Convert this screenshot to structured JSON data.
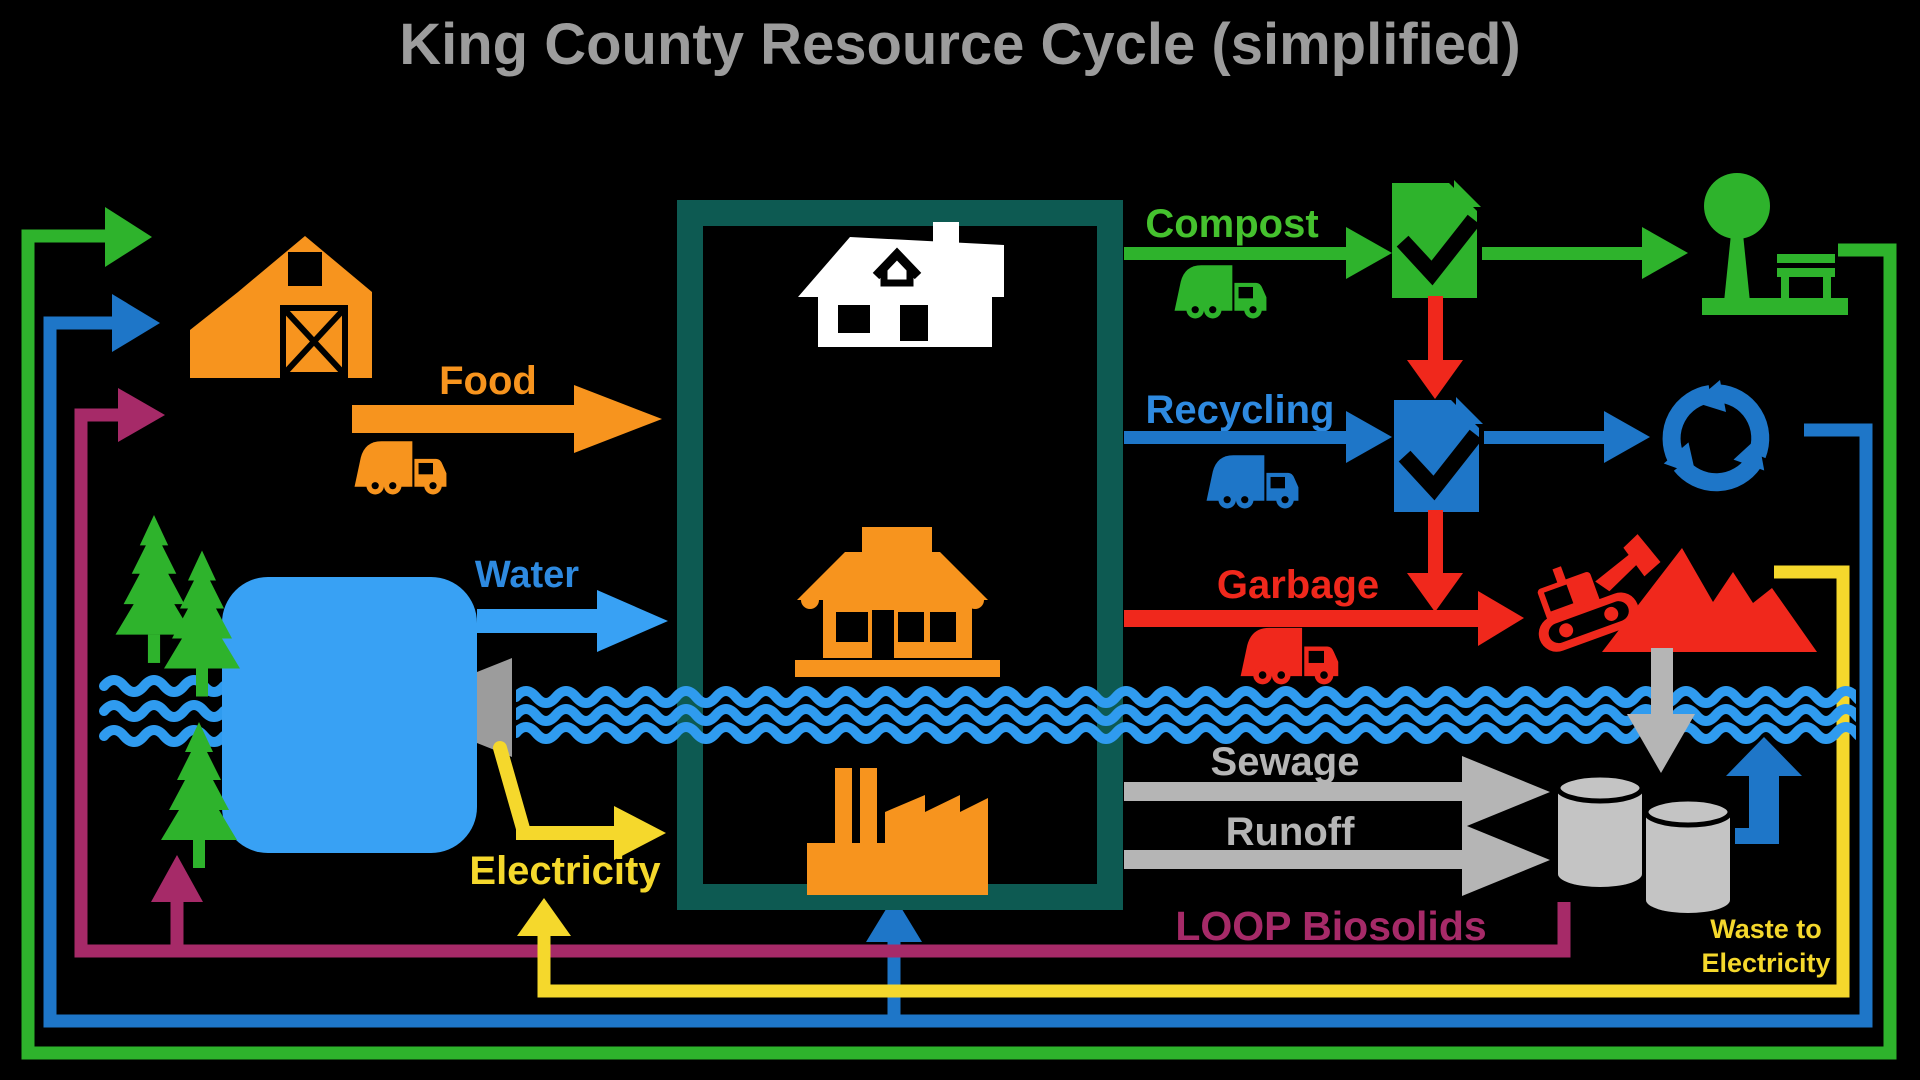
{
  "title": "King County Resource Cycle (simplified)",
  "labels": {
    "food": "Food",
    "water": "Water",
    "electricity": "Electricity",
    "compost": "Compost",
    "recycling": "Recycling",
    "garbage": "Garbage",
    "sewage": "Sewage",
    "runoff": "Runoff",
    "loop_biosolids": "LOOP Biosolids",
    "waste_to_line1": "Waste to",
    "waste_to_line2": "Electricity"
  },
  "colors": {
    "background": "#000000",
    "title_gray": "#9C9C9C",
    "orange": "#F7941E",
    "green": "#2EB32C",
    "green_text": "#45C22E",
    "blue": "#1E76C8",
    "blue_text": "#2E8AE0",
    "water_blue": "#38A1F4",
    "wave_blue": "#2F9BEF",
    "red": "#F0281C",
    "gray": "#B5B5B5",
    "tank_gray": "#C4C4C4",
    "yellow": "#F5D82C",
    "purple": "#A62A68",
    "teal_box": "#0D5A52",
    "white": "#FFFFFF"
  },
  "flows": [
    {
      "label": "Food",
      "from": "farm",
      "to": "city",
      "color": "#F7941E"
    },
    {
      "label": "Water",
      "from": "lake",
      "to": "city",
      "color": "#38A1F4"
    },
    {
      "label": "Electricity",
      "from": "hydro-dam",
      "to": "city",
      "color": "#F5D82C"
    },
    {
      "label": "Compost",
      "from": "city",
      "to": "compost-facility",
      "color": "#2EB32C"
    },
    {
      "label": "Compost",
      "from": "compost-facility",
      "to": "park",
      "color": "#2EB32C"
    },
    {
      "label": "Recycling",
      "from": "city",
      "to": "recycling-facility",
      "color": "#1E76C8"
    },
    {
      "label": "Garbage",
      "from": "city",
      "to": "landfill",
      "color": "#F0281C"
    },
    {
      "label": "Sewage",
      "from": "city",
      "to": "treatment-tanks",
      "color": "#B5B5B5"
    },
    {
      "label": "Runoff",
      "from": "city",
      "to": "treatment-tanks",
      "color": "#B5B5B5"
    },
    {
      "label": "LOOP Biosolids",
      "from": "treatment-tanks",
      "to": "farm-and-forest",
      "color": "#A62A68"
    },
    {
      "label": "Waste to Electricity",
      "from": "landfill",
      "to": "city-electricity",
      "color": "#F5D82C"
    }
  ],
  "icons": [
    "barn-icon",
    "garbage-truck-icon",
    "box-truck-icon",
    "pine-tree-icon",
    "lake-icon",
    "dam-icon",
    "river-waves-icon",
    "house-icon",
    "store-icon",
    "factory-icon",
    "document-check-icon",
    "park-tree-bench-icon",
    "recycle-symbol-icon",
    "bulldozer-icon",
    "landfill-mountain-icon",
    "tanks-icon"
  ]
}
